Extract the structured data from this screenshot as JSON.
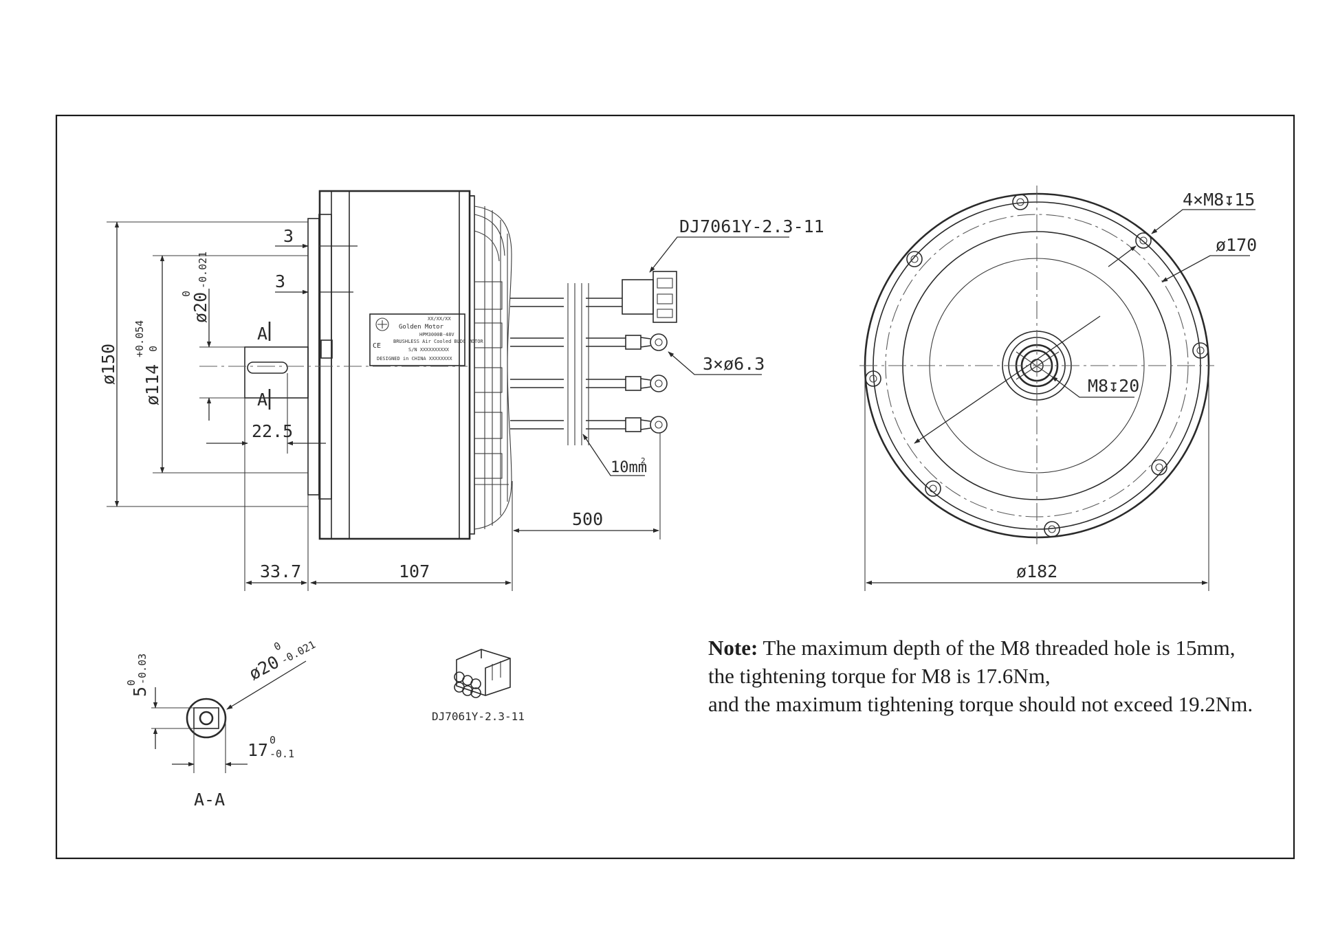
{
  "side_view": {
    "connector_label": "DJ7061Y-2.3-11",
    "dim_flange_gap": "3",
    "dim_shoulder": "3",
    "dim_shaft": "ø20",
    "dim_shaft_tol_upper": "0",
    "dim_shaft_tol_lower": "-0.021",
    "dim_outer": "ø150",
    "dim_pilot": "ø114",
    "dim_pilot_tol_upper": "+0.054",
    "dim_pilot_tol_lower": "0",
    "section_mark": "A",
    "dim_key_length": "22.5",
    "dim_shaft_length": "33.7",
    "dim_body_length": "107",
    "dim_cable_length": "500",
    "dim_lugs": "3×ø6.3",
    "dim_wire": "10mm",
    "dim_wire_exp": "2",
    "nameplate": {
      "brand": "Golden Motor",
      "lines": [
        "XX/XX/XX",
        "HPM3000B-48V",
        "BRUSHLESS Air Cooled BLDC MOTOR",
        "S/N XXXXXXXXXX",
        "DESIGNED in CHINA XXXXXXXX"
      ],
      "ce_mark": "CE"
    }
  },
  "front_view": {
    "dim_holes": "4×M8↧15",
    "dim_pcd": "ø170",
    "dim_center_hole": "M8↧20",
    "dim_outer": "ø182"
  },
  "section_view": {
    "label": "A-A",
    "dim_key_width": "5",
    "dim_key_width_tol_upper": "0",
    "dim_key_width_tol_lower": "-0.03",
    "dim_shaft": "ø20",
    "dim_shaft_tol_upper": "0",
    "dim_shaft_tol_lower": "-0.021",
    "dim_key_depth": "17",
    "dim_key_depth_tol_upper": "0",
    "dim_key_depth_tol_lower": "-0.1"
  },
  "connector_view": {
    "label": "DJ7061Y-2.3-11"
  },
  "note": {
    "prefix": "Note:",
    "line1": " The maximum depth of the M8 threaded hole is 15mm,",
    "line2": "the tightening torque for M8 is 17.6Nm,",
    "line3": "and the maximum tightening torque should not exceed 19.2Nm."
  }
}
